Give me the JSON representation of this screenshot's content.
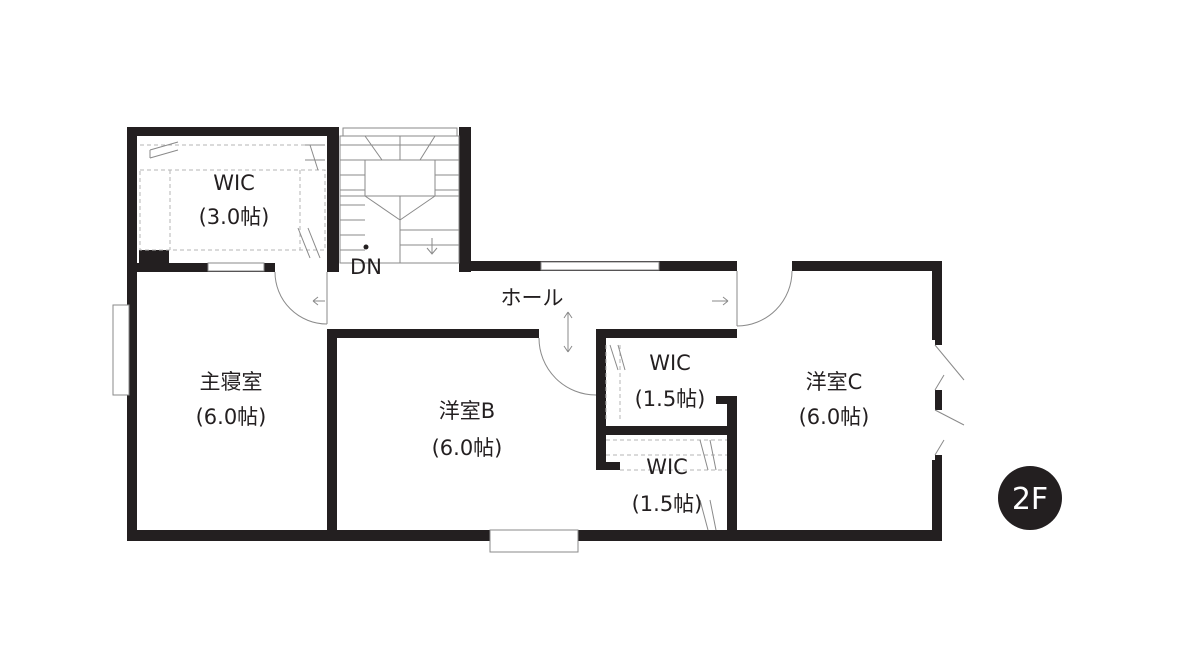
{
  "floor_badge": "2F",
  "rooms": {
    "wic_top": {
      "name": "WIC",
      "size": "(3.0帖)"
    },
    "stair_dn": "DN",
    "hall": "ホール",
    "master": {
      "name": "主寝室",
      "size": "(6.0帖)"
    },
    "room_b": {
      "name": "洋室B",
      "size": "(6.0帖)"
    },
    "wic_mid": {
      "name": "WIC",
      "size": "(1.5帖)"
    },
    "wic_low": {
      "name": "WIC",
      "size": "(1.5帖)"
    },
    "room_c": {
      "name": "洋室C",
      "size": "(6.0帖)"
    }
  },
  "colors": {
    "wall": "#231f20",
    "badge": "#231f20"
  }
}
